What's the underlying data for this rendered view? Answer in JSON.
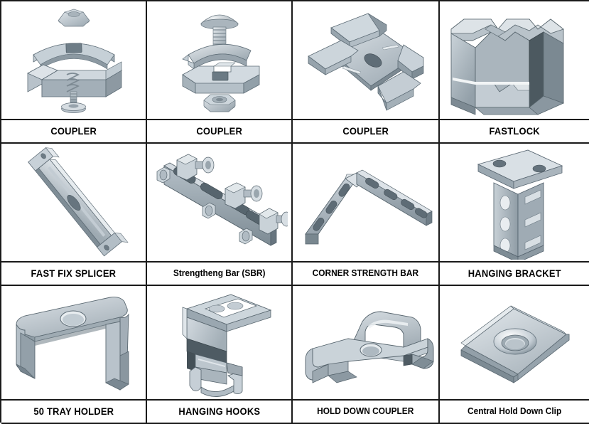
{
  "page": {
    "title": "Cable Tray Accessories Catalogue",
    "layout": "4-column x 3-row product grid",
    "background_color": "#ffffff",
    "border_color": "#1a1a1a",
    "label_color": "#000000"
  },
  "palette": {
    "metal_light": "#d5dce1",
    "metal_mid": "#b3bdc4",
    "metal_base": "#9aa7b0",
    "metal_dark": "#7b8a94",
    "metal_shadow": "#5a6a73",
    "metal_deep": "#465158",
    "metal_highlight": "#e8edf0",
    "bolt_light": "#e3e8eb",
    "bolt_dark": "#8d99a1"
  },
  "products": [
    {
      "index": 1,
      "label": "COUPLER",
      "icon": "coupler-exploded-icon",
      "description": "Exploded view: hex flange nut above curved saddle plate with square hole, U-shaped bracket body, and threaded bolt with dome head below"
    },
    {
      "index": 2,
      "label": "COUPLER",
      "icon": "coupler-carriage-bolt-icon",
      "description": "Exploded view: dome head carriage bolt with threaded shank, curved cover plate, slotted base bracket with square hole, hex flange nut below"
    },
    {
      "index": 3,
      "label": "COUPLER",
      "icon": "coupler-plate-icon",
      "description": "Flat stamped plate with central oval slot, two embossed ribs and four upturned folded tabs"
    },
    {
      "index": 4,
      "label": "FASTLOCK",
      "icon": "fastlock-icon",
      "description": "Formed sheet metal lock body with notched cut-outs and deep folded side wall"
    },
    {
      "index": 5,
      "label": "FAST FIX SPLICER",
      "icon": "fastfix-splicer-icon",
      "description": "Long diagonal splice bar with offset end tabs, bolt holes and central oval slot"
    },
    {
      "index": 6,
      "label": "Strengtheng Bar (SBR)",
      "icon": "strengthening-bar-icon",
      "description": "Slotted flat bar with four elongated slots and three bolt-and-nut clamp assemblies"
    },
    {
      "index": 7,
      "label": "CORNER STRENGTH BAR",
      "icon": "corner-strength-bar-icon",
      "description": "Inverted V shaped slotted angle bar with evenly spaced oblong slots on both legs"
    },
    {
      "index": 8,
      "label": "HANGING BRACKET",
      "icon": "hanging-bracket-icon",
      "description": "Vertical channel profile with two-hole top mounting plate and round holes plus side slots down the web"
    },
    {
      "index": 9,
      "label": "50 TRAY HOLDER",
      "icon": "tray-holder-icon",
      "description": "Inverted U shaped channel holder with rounded corners and single central round hole"
    },
    {
      "index": 10,
      "label": "HANGING HOOKS",
      "icon": "hanging-hooks-icon",
      "description": "Z shaped hook bracket with slotted top flange and twin hook fingers at the bottom"
    },
    {
      "index": 11,
      "label": "HOLD DOWN COUPLER",
      "icon": "hold-down-coupler-icon",
      "description": "Wave profile hold down clip with raised saddle and central round fixing hole"
    },
    {
      "index": 12,
      "label": "Central Hold Down Clip",
      "icon": "central-hold-down-clip-icon",
      "description": "Flat rectangular plate with turned down edges and a countersunk central hole"
    }
  ]
}
